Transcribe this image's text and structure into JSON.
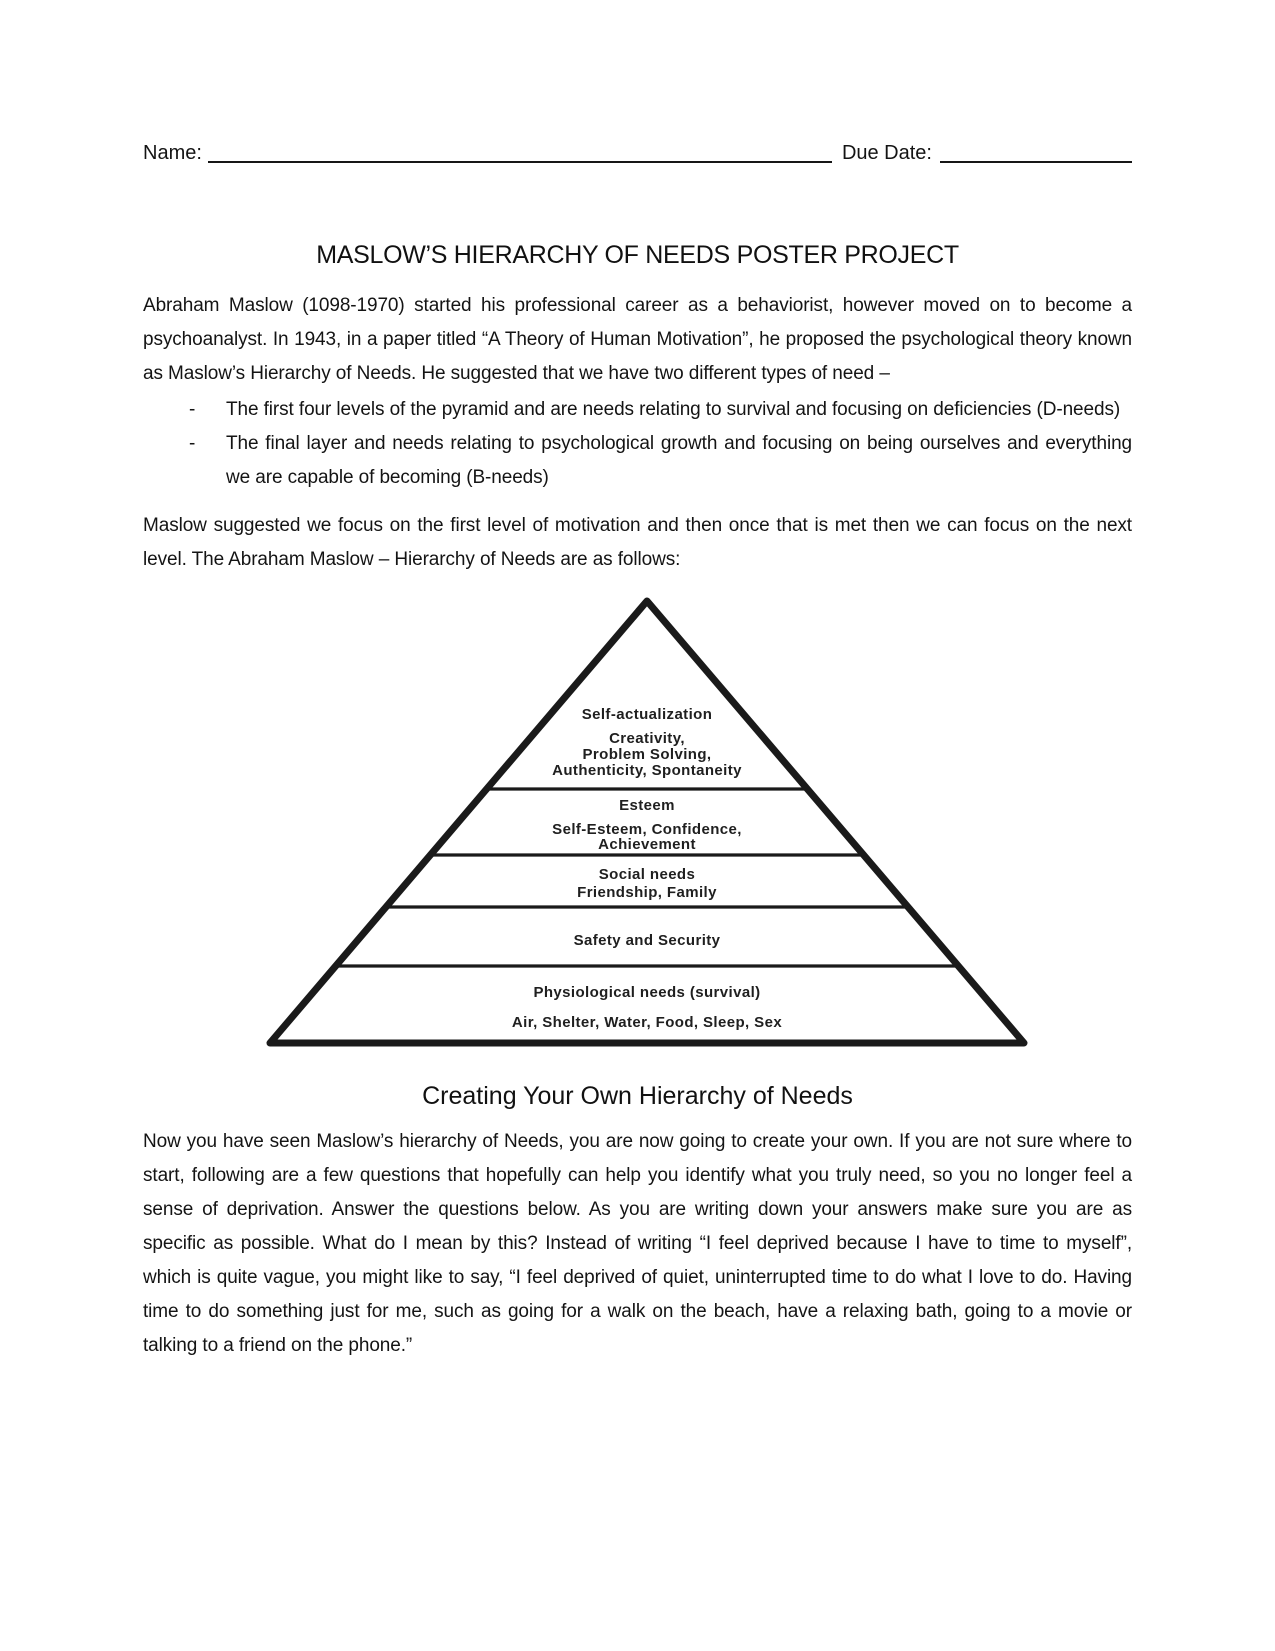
{
  "header": {
    "name_label": "Name:",
    "due_date_label": "Due Date:"
  },
  "title": "MASLOW’S HIERARCHY OF NEEDS POSTER PROJECT",
  "intro_paragraph": "Abraham Maslow (1098-1970) started his professional career as a behaviorist, however moved on to become a psychoanalyst. In 1943, in a paper titled “A Theory of Human Motivation”, he proposed the psychological theory known as Maslow’s Hierarchy of Needs. He suggested that we have two different types of need –",
  "bullets": [
    {
      "marker": "-",
      "text": "The first four levels of the pyramid and are needs relating to survival and focusing on deficiencies (D-needs)"
    },
    {
      "marker": "-",
      "text": "The final layer and needs relating to psychological growth and focusing on being ourselves and everything we are capable of becoming (B-needs)"
    }
  ],
  "transition_paragraph": "Maslow suggested we focus on the first level of motivation and then once that is met then we can focus on the next level. The Abraham Maslow – Hierarchy of Needs are as follows:",
  "pyramid": {
    "line_color": "#1a1a1a",
    "levels": [
      {
        "title": "Self-actualization",
        "details": [
          "Creativity,",
          "Problem Solving,",
          "Authenticity, Spontaneity"
        ]
      },
      {
        "title": "Esteem",
        "details": [
          "Self-Esteem, Confidence,",
          "Achievement"
        ]
      },
      {
        "title": "Social needs",
        "details": [
          "Friendship, Family"
        ]
      },
      {
        "title": "Safety and Security",
        "details": []
      },
      {
        "title": "Physiological needs (survival)",
        "details": [
          "Air, Shelter, Water, Food, Sleep, Sex"
        ]
      }
    ]
  },
  "section_heading": "Creating Your Own Hierarchy of Needs",
  "closing_paragraph": "Now you have seen Maslow’s hierarchy of Needs, you are now going to create your own. If you are not sure where to start, following are a few questions that hopefully can help you identify what you truly need, so you no longer feel a sense of deprivation. Answer the questions below. As you are writing down your answers make sure you are as specific as possible. What do I mean by this? Instead of writing “I feel deprived because I have to time to myself”, which is quite vague, you might like to say, “I feel deprived of quiet, uninterrupted time to do what I love to do. Having time to do something just for me, such as going for a walk on the beach, have a relaxing bath, going to a movie or talking to a friend on the phone.”"
}
